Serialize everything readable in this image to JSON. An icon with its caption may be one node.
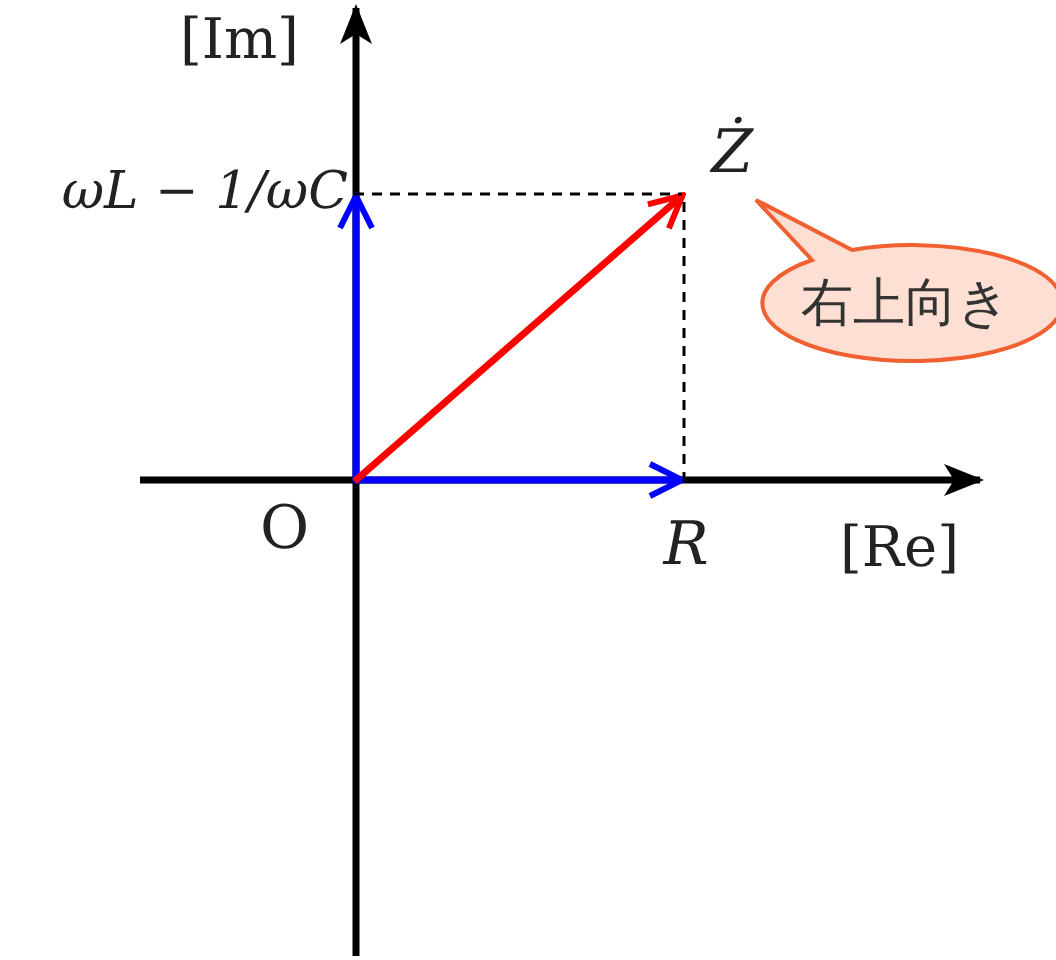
{
  "diagram": {
    "nodes": [
      {
        "text": [
          "O"
        ]
      },
      {
        "text": [
          "ωL − 1/ωC"
        ]
      },
      {
        "text": [
          "R"
        ]
      },
      {
        "text": [
          "Ż"
        ]
      },
      {
        "text": [
          "右上向き"
        ]
      }
    ],
    "edges": [
      {
        "from": 0,
        "to": 1,
        "arrow": "to",
        "color": "#0000ff"
      },
      {
        "from": 0,
        "to": 2,
        "arrow": "to",
        "color": "#0000ff"
      },
      {
        "from": 0,
        "to": 3,
        "arrow": "to",
        "color": "#ff0000"
      },
      {
        "from": 1,
        "to": 3,
        "arrow": "none",
        "style": "dashed",
        "color": "#000000"
      },
      {
        "from": 2,
        "to": 3,
        "arrow": "none",
        "style": "dashed",
        "color": "#000000"
      }
    ],
    "labels": [
      "[Im]",
      "[Re]"
    ]
  }
}
